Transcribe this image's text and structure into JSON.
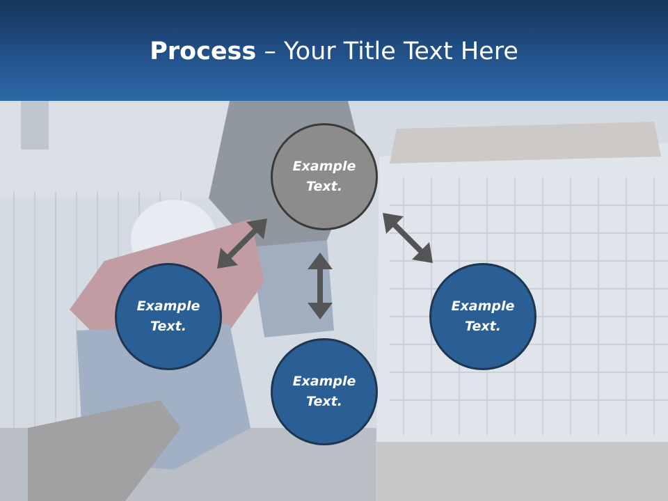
{
  "slide": {
    "title_bold": "Process",
    "title_rest": " – Your Title Text Here"
  },
  "diagram": {
    "nodes": {
      "top": "Example\nText.",
      "left": "Example\nText.",
      "right": "Example\nText.",
      "bottom": "Example\nText."
    }
  },
  "colors": {
    "header_dark": "#17365d",
    "header_light": "#2d6aa8",
    "node_blue": "#2a5f95",
    "node_gray": "#8c8c8c",
    "arrow": "#555555"
  }
}
